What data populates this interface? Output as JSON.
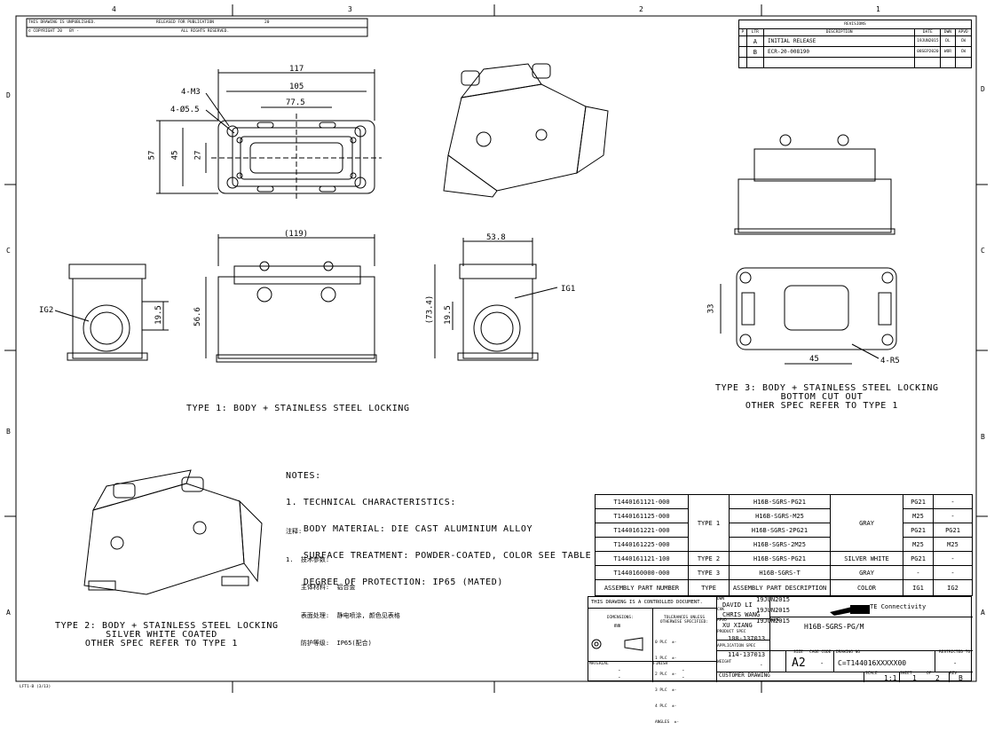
{
  "zones": {
    "top": [
      "4",
      "3",
      "2",
      "1"
    ],
    "side": [
      "D",
      "C",
      "B",
      "A"
    ]
  },
  "header": {
    "unpublished": "THIS DRAWING IS UNPUBLISHED.",
    "copyright": "COPYRIGHT 20",
    "copyright_suffix": "BY -",
    "released": "RELEASED FOR PUBLICATION",
    "released_year": "20",
    "rights": "ALL RIGHTS RESERVED."
  },
  "revisions": {
    "title": "REVISIONS",
    "headers": [
      "P",
      "LTR",
      "DESCRIPTION",
      "DATE",
      "DWN",
      "APVD"
    ],
    "rows": [
      [
        "",
        "A",
        "INITIAL RELEASE",
        "19JUN2015",
        "DL",
        "CW"
      ],
      [
        "",
        "B",
        "ECR-20-008190",
        "08SEP2020",
        "WOR",
        "CW"
      ]
    ]
  },
  "dims": {
    "d117": "117",
    "d105": "105",
    "d77_5": "77.5",
    "m3": "4-M3",
    "phi55": "4-Ø5.5",
    "d57": "57",
    "d45": "45",
    "d27": "27",
    "d119": "(119)",
    "d53_8": "53.8",
    "d56_6": "56.6",
    "d19_5a": "19.5",
    "d73_4": "(73.4)",
    "d19_5b": "19.5",
    "ig1": "IG1",
    "ig2": "IG2",
    "d33": "33",
    "d45b": "45",
    "r5": "4-R5"
  },
  "captions": {
    "type1": "TYPE 1: BODY + STAINLESS STEEL LOCKING",
    "type3": [
      "TYPE 3: BODY + STAINLESS STEEL LOCKING",
      "BOTTOM CUT OUT",
      "OTHER SPEC REFER TO TYPE 1"
    ],
    "type2": [
      "TYPE 2: BODY + STAINLESS STEEL LOCKING",
      "SILVER WHITE COATED",
      "OTHER SPEC REFER TO TYPE 1"
    ]
  },
  "notes": {
    "title": "NOTES:",
    "lines": [
      "1. TECHNICAL CHARACTERISTICS:",
      "   BODY MATERIAL: DIE CAST ALUMINIUM ALLOY",
      "   SURFACE TREATMENT: POWDER-COATED, COLOR SEE TABLE",
      "   DEGREE OF PROTECTION: IP65 (MATED)"
    ],
    "cn_title": "注释:",
    "cn_lines": [
      "1.  技术参数:",
      "    主体材料:  铝合金",
      "    表面处理:  静电喷涂, 颜色见表格",
      "    防护等级:  IP65(配合)"
    ]
  },
  "parts_table": {
    "rows": [
      [
        "T1440161121-000",
        "TYPE 1",
        "H16B-SGRS-PG21",
        "GRAY",
        "PG21",
        "-"
      ],
      [
        "T1440161125-000",
        "",
        "H16B-SGRS-M25",
        "",
        "M25",
        "-"
      ],
      [
        "T1440161221-000",
        "",
        "H16B-SGRS-2PG21",
        "",
        "PG21",
        "PG21"
      ],
      [
        "T1440161225-000",
        "",
        "H16B-SGRS-2M25",
        "",
        "M25",
        "M25"
      ],
      [
        "T1440161121-100",
        "TYPE 2",
        "H16B-SGRS-PG21",
        "SILVER WHITE",
        "PG21",
        "-"
      ],
      [
        "T1440160000-000",
        "TYPE 3",
        "H16B-SGRS-T",
        "GRAY",
        "-",
        "-"
      ]
    ],
    "header": [
      "ASSEMBLY PART NUMBER",
      "TYPE",
      "ASSEMBLY PART DESCRIPTION",
      "COLOR",
      "IG1",
      "IG2"
    ]
  },
  "title_block": {
    "controlled": "THIS DRAWING IS A CONTROLLED DOCUMENT.",
    "dimensions_label": "DIMENSIONS:",
    "units": "mm",
    "tolerances": "TOLERANCES UNLESS OTHERWISE SPECIFIED:",
    "plc": [
      "0 PLC  ±-",
      "1 PLC  ±-",
      "2 PLC  ±-",
      "3 PLC  ±-",
      "4 PLC  ±-",
      "ANGLES  ±-"
    ],
    "dwn_label": "DWN",
    "dwn": "DAVID LI",
    "dwn_date": "19JUN2015",
    "chk_label": "CHK",
    "chk": "CHRIS WANG",
    "chk_date": "19JUN2015",
    "apvd_label": "APVD",
    "apvd": "XU XIANG",
    "apvd_date": "19JUN2015",
    "product_spec_label": "PRODUCT SPEC",
    "product_spec": "108-137013",
    "app_spec_label": "APPLICATION SPEC",
    "app_spec": "114-137013",
    "weight_label": "WEIGHT",
    "weight": "-",
    "material_label": "MATERIAL",
    "material": "-",
    "material2": "-",
    "finish_label": "FINISH",
    "finish": "-",
    "finish2": "-",
    "company": "TE Connectivity",
    "name_label": "NAME",
    "name": "H16B-SGRS-PG/M",
    "size_label": "SIZE",
    "size": "A2",
    "cage_label": "CAGE CODE",
    "cage": "-",
    "dwg_label": "DRAWING NO",
    "dwg": "T144016XXXXX00",
    "restricted_label": "RESTRICTED TO",
    "restricted": "-",
    "customer": "CUSTOMER DRAWING",
    "scale_label": "SCALE",
    "scale": "1:1",
    "sheet_label": "SHEET",
    "sheet": "1",
    "of_label": "OF",
    "of": "2",
    "rev_label": "REV",
    "rev": "B"
  },
  "footer_code": "LFT1-B (3/13)"
}
